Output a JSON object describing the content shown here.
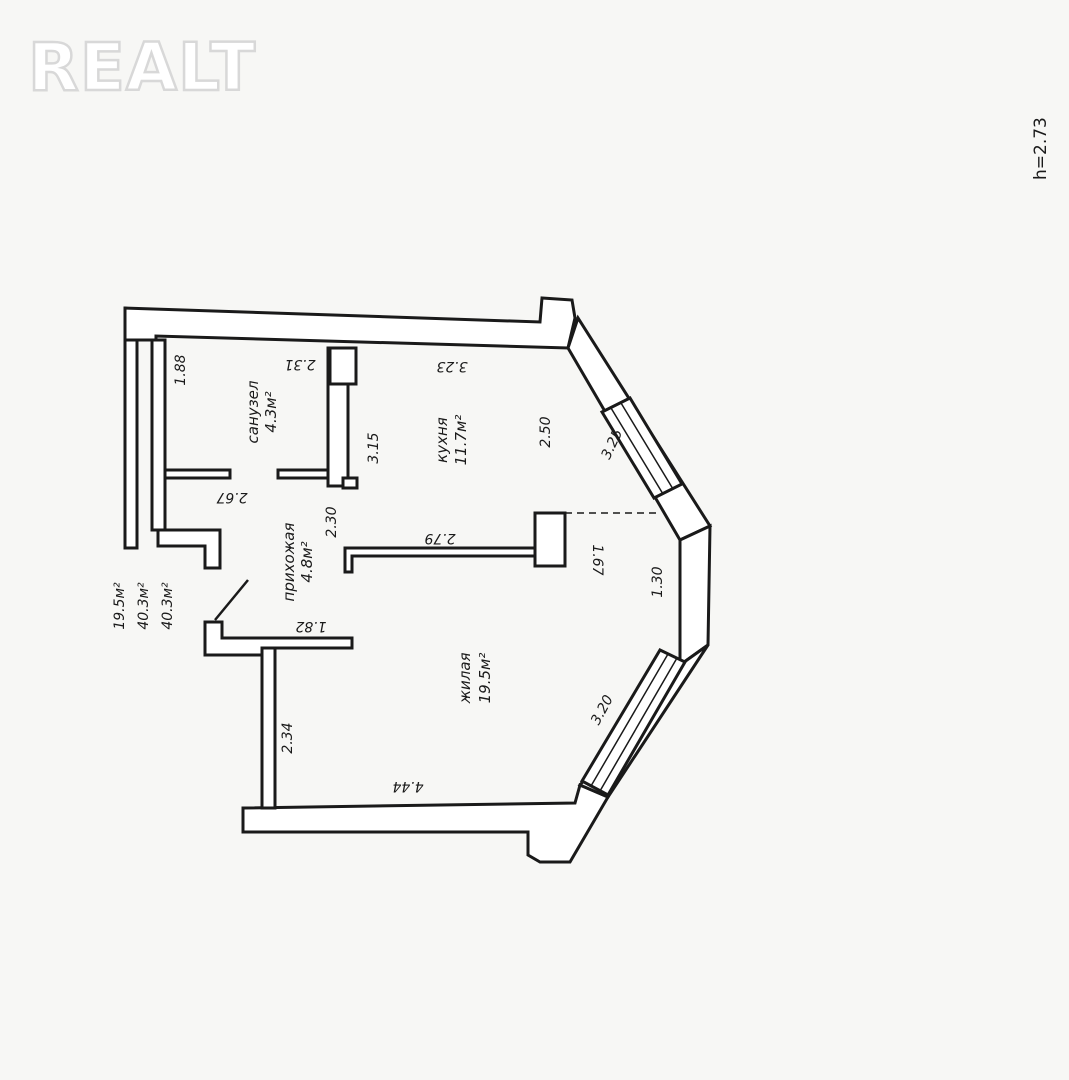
{
  "watermark": {
    "text": "REALT"
  },
  "ceiling_height": "h=2.73",
  "areas_summary": [
    "19.5м²",
    "40.3м²",
    "40.3м²"
  ],
  "rooms": {
    "bathroom": {
      "name": "санузел",
      "area": "4.3м²"
    },
    "kitchen": {
      "name": "кухня",
      "area": "11.7м²"
    },
    "hallway": {
      "name": "прихожая",
      "area": "4.8м²"
    },
    "living": {
      "name": "жилая",
      "area": "19.5м²"
    }
  },
  "dimensions": {
    "bath_height": "1.88",
    "bath_width": "2.31",
    "kitchen_top": "3.23",
    "kitchen_side": "3.15",
    "kitchen_right": "2.50",
    "window_upper": "3.25",
    "hall_width": "2.67",
    "hall_height": "2.30",
    "partition": "2.79",
    "bay_small": "1.67",
    "bay_center": "1.30",
    "hall_lower": "1.82",
    "living_left": "2.34",
    "window_lower": "3.20",
    "living_bottom": "4.44"
  }
}
